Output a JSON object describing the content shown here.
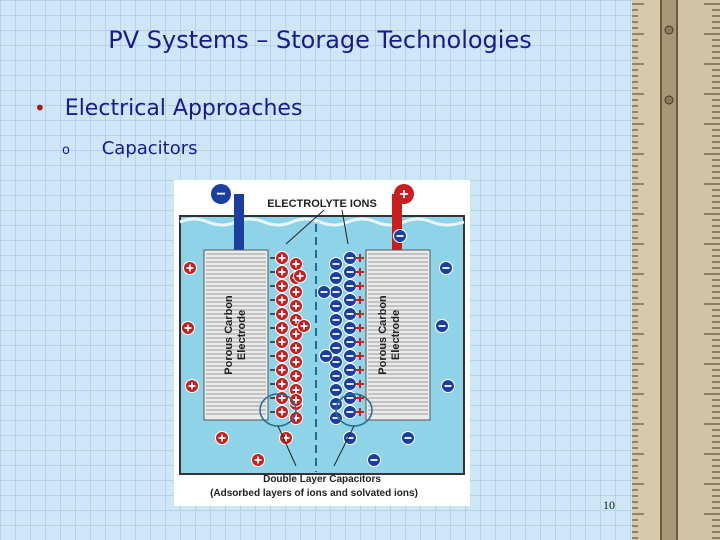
{
  "slide": {
    "title": "PV Systems – Storage Technologies",
    "bullet": "Electrical Approaches",
    "sub_bullet": "Capacitors",
    "page_number": "10"
  },
  "figure": {
    "header": "ELECTROLYTE IONS",
    "left_electrode": [
      "Porous Carbon",
      "Electrode"
    ],
    "right_electrode": [
      "Porous Carbon",
      "Electrode"
    ],
    "caption_line1": "Double Layer Capacitors",
    "caption_line2": "(Adsorbed layers of ions and solvated ions)",
    "negative_terminal_symbol": "−",
    "positive_terminal_symbol": "+"
  },
  "colors": {
    "title_text": "#1a1a8c",
    "bullet_dot": "#b01818",
    "background": "#cfe6f7",
    "electrolyte": "#8fd3e8",
    "negative_terminal": "#1a3fa0",
    "positive_terminal": "#c81e1e"
  },
  "icons": {
    "ruler": "wooden-ruler-decoration"
  }
}
